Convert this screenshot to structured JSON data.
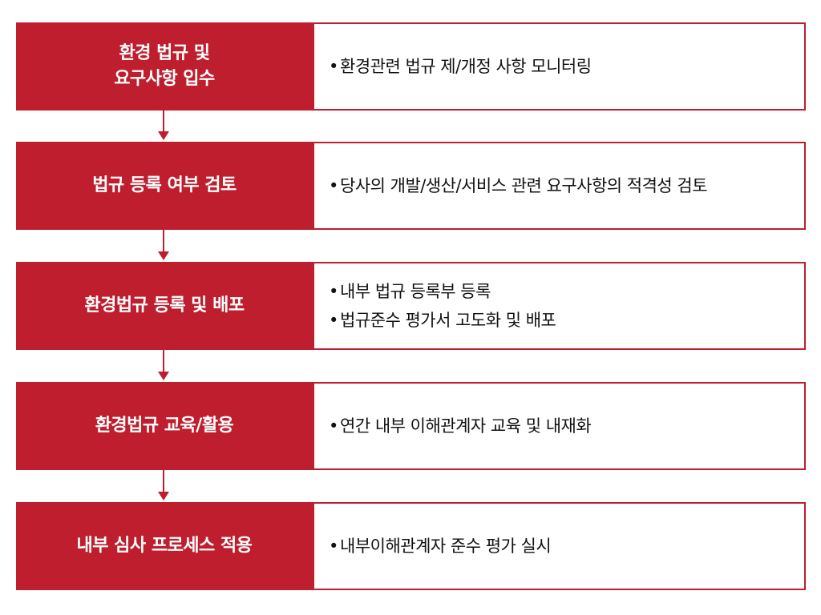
{
  "steps": [
    {
      "label": "환경 법규 및\n요구사항 입수",
      "items": [
        "환경관련 법규 제/개정 사항 모니터링"
      ]
    },
    {
      "label": "법규 등록 여부 검토",
      "items": [
        "당사의 개발/생산/서비스 관련 요구사항의 적격성 검토"
      ]
    },
    {
      "label": "환경법규 등록  및 배포",
      "items": [
        "내부 법규 등록부 등록",
        "법규준수 평가서 고도화 및 배포"
      ]
    },
    {
      "label": "환경법규 교육/활용",
      "items": [
        "연간 내부 이해관계자 교육 및 내재화"
      ]
    },
    {
      "label": "내부 심사 프로세스 적용",
      "items": [
        "내부이해관계자 준수 평가 실시"
      ]
    }
  ],
  "bullet_char": "•",
  "colors": {
    "accent": "#be1e2d",
    "label_text": "#ffffff",
    "body_text": "#111111"
  }
}
